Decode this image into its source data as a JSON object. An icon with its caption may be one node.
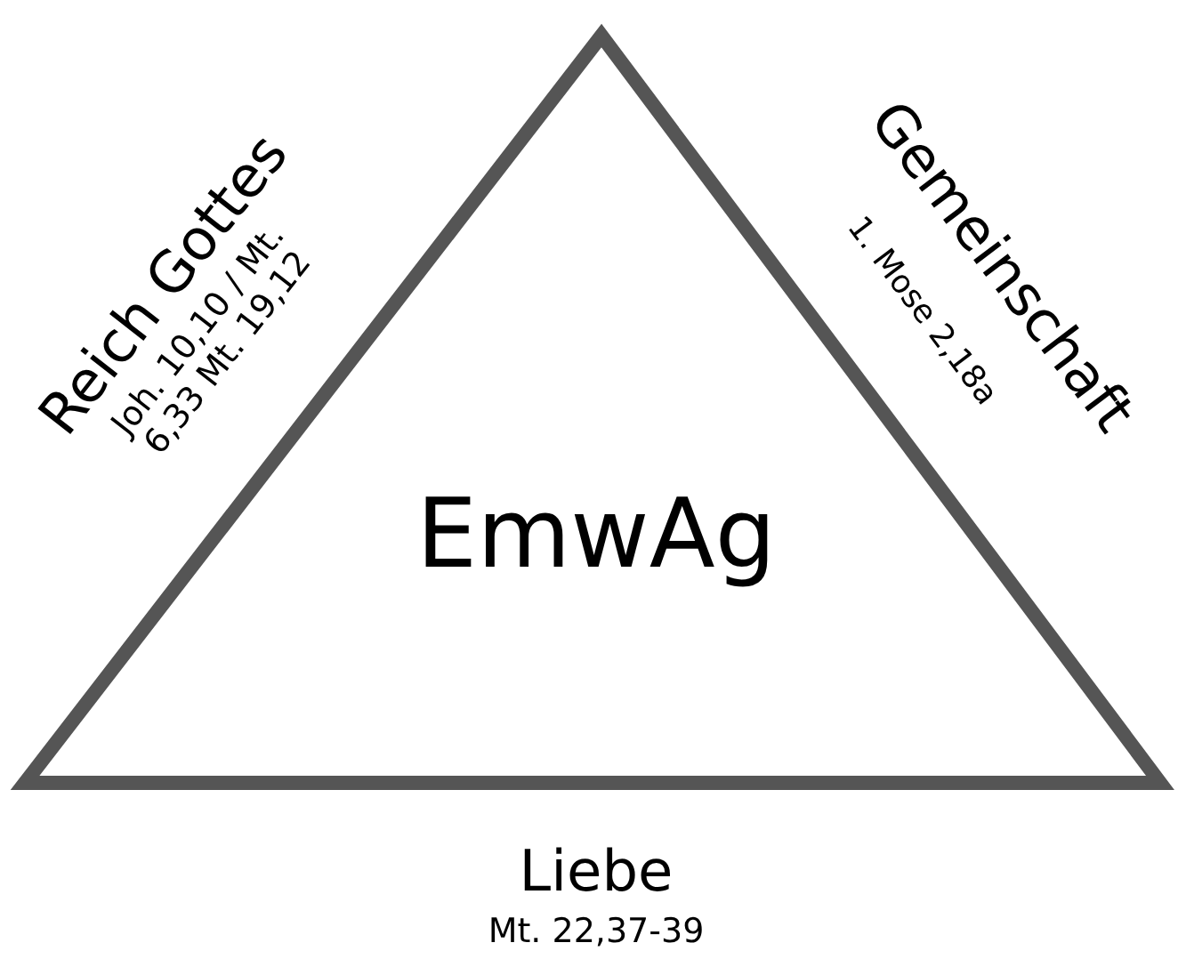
{
  "diagram": {
    "nodes": [
      {
        "text": [
          "EmwAg"
        ]
      }
    ],
    "edges": [],
    "labels": [
      "Reich Gottes",
      "Joh. 10,10 / Mt. 6,33 Mt. 19,12",
      "Gemeinschaft",
      "1. Mose 2,18a",
      "Liebe",
      "Mt. 22,37-39"
    ]
  }
}
